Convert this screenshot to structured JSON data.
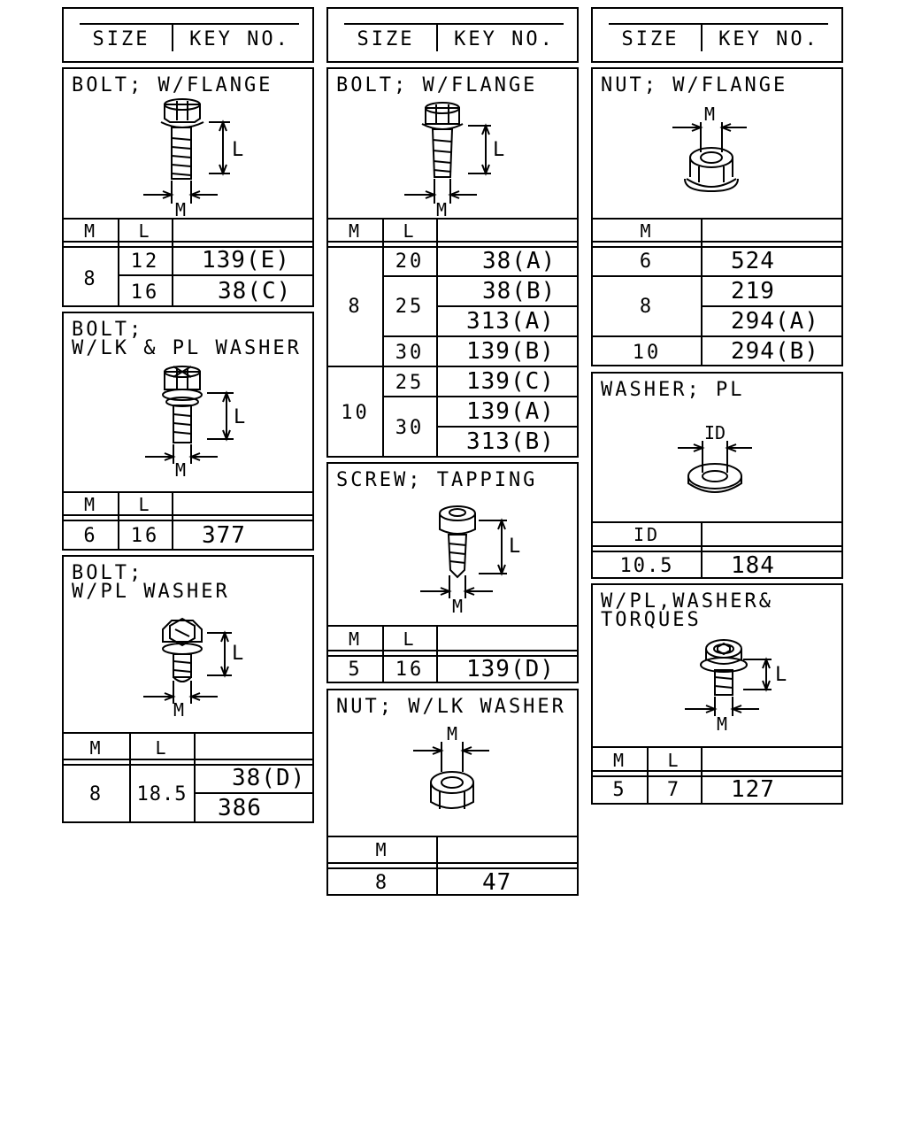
{
  "header": {
    "size": "SIZE",
    "key_no": "KEY NO."
  },
  "col_m": "M",
  "col_l": "L",
  "col_id": "ID",
  "b1": {
    "title": "BOLT; W/FLANGE",
    "rows": [
      [
        "8",
        "12",
        "139(E)"
      ],
      [
        "",
        "16",
        "38(C)"
      ]
    ]
  },
  "b2": {
    "title1": "BOLT;",
    "title2": "W/LK & PL WASHER",
    "rows": [
      [
        "6",
        "16",
        "377"
      ]
    ]
  },
  "b3": {
    "title1": "BOLT;",
    "title2": "W/PL WASHER",
    "rows": [
      [
        "8",
        "18.5",
        "38(D)"
      ],
      [
        "",
        "",
        "386"
      ]
    ]
  },
  "b4": {
    "title": "BOLT; W/FLANGE",
    "m_values": [
      "8",
      "10"
    ],
    "l_values": [
      "20",
      "25",
      "30",
      "25",
      "30"
    ],
    "keys": [
      "38(A)",
      "38(B)",
      "313(A)",
      "139(B)",
      "139(C)",
      "139(A)",
      "313(B)"
    ]
  },
  "b5": {
    "title": "SCREW; TAPPING",
    "rows": [
      [
        "5",
        "16",
        "139(D)"
      ]
    ]
  },
  "b6": {
    "title": "NUT; W/LK WASHER",
    "rows": [
      [
        "8",
        "47"
      ]
    ]
  },
  "b7": {
    "title": "NUT; W/FLANGE",
    "m_values": [
      "6",
      "8",
      "10"
    ],
    "keys": [
      "524",
      "219",
      "294(A)",
      "294(B)"
    ]
  },
  "b8": {
    "title": "WASHER; PL",
    "rows": [
      [
        "10.5",
        "184"
      ]
    ]
  },
  "b9": {
    "title1": "W/PL,WASHER&",
    "title2": "TORQUES",
    "rows": [
      [
        "5",
        "7",
        "127"
      ]
    ]
  }
}
